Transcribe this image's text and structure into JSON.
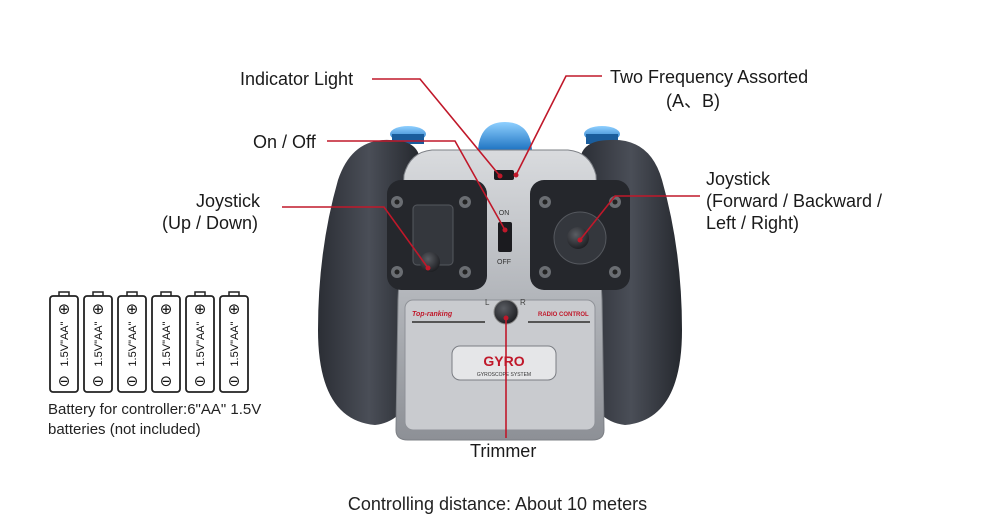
{
  "labels": {
    "indicator_light": "Indicator Light",
    "two_frequency": "Two Frequency Assorted",
    "two_frequency_sub": "(A、B)",
    "on_off": "On / Off",
    "joystick_left_1": "Joystick",
    "joystick_left_2": "(Up / Down)",
    "joystick_right_1": "Joystick",
    "joystick_right_2": "(Forward / Backward /",
    "joystick_right_3": "Left / Right)",
    "trimmer": "Trimmer"
  },
  "batteries": {
    "count": 6,
    "label": "1.5V\"AA\"",
    "plus_symbol": "⊕",
    "minus_symbol": "⊖",
    "note_line1": "Battery for controller:6\"AA\" 1.5V",
    "note_line2": "batteries (not included)"
  },
  "device": {
    "brand_text": "GYRO",
    "brand_sub": "GYROSCOPE SYSTEM",
    "left_strip": "Top-ranking",
    "right_strip": "RADIO CONTROL",
    "switch_on": "ON",
    "switch_off": "OFF",
    "trim_left": "L",
    "trim_right": "R"
  },
  "footer": "Controlling distance: About 10 meters",
  "colors": {
    "pointer_line": "#c0182a",
    "body_dark": "#3a3d44",
    "body_silver": "#b9bcc1",
    "accent_blue": "#2f8fd8"
  }
}
